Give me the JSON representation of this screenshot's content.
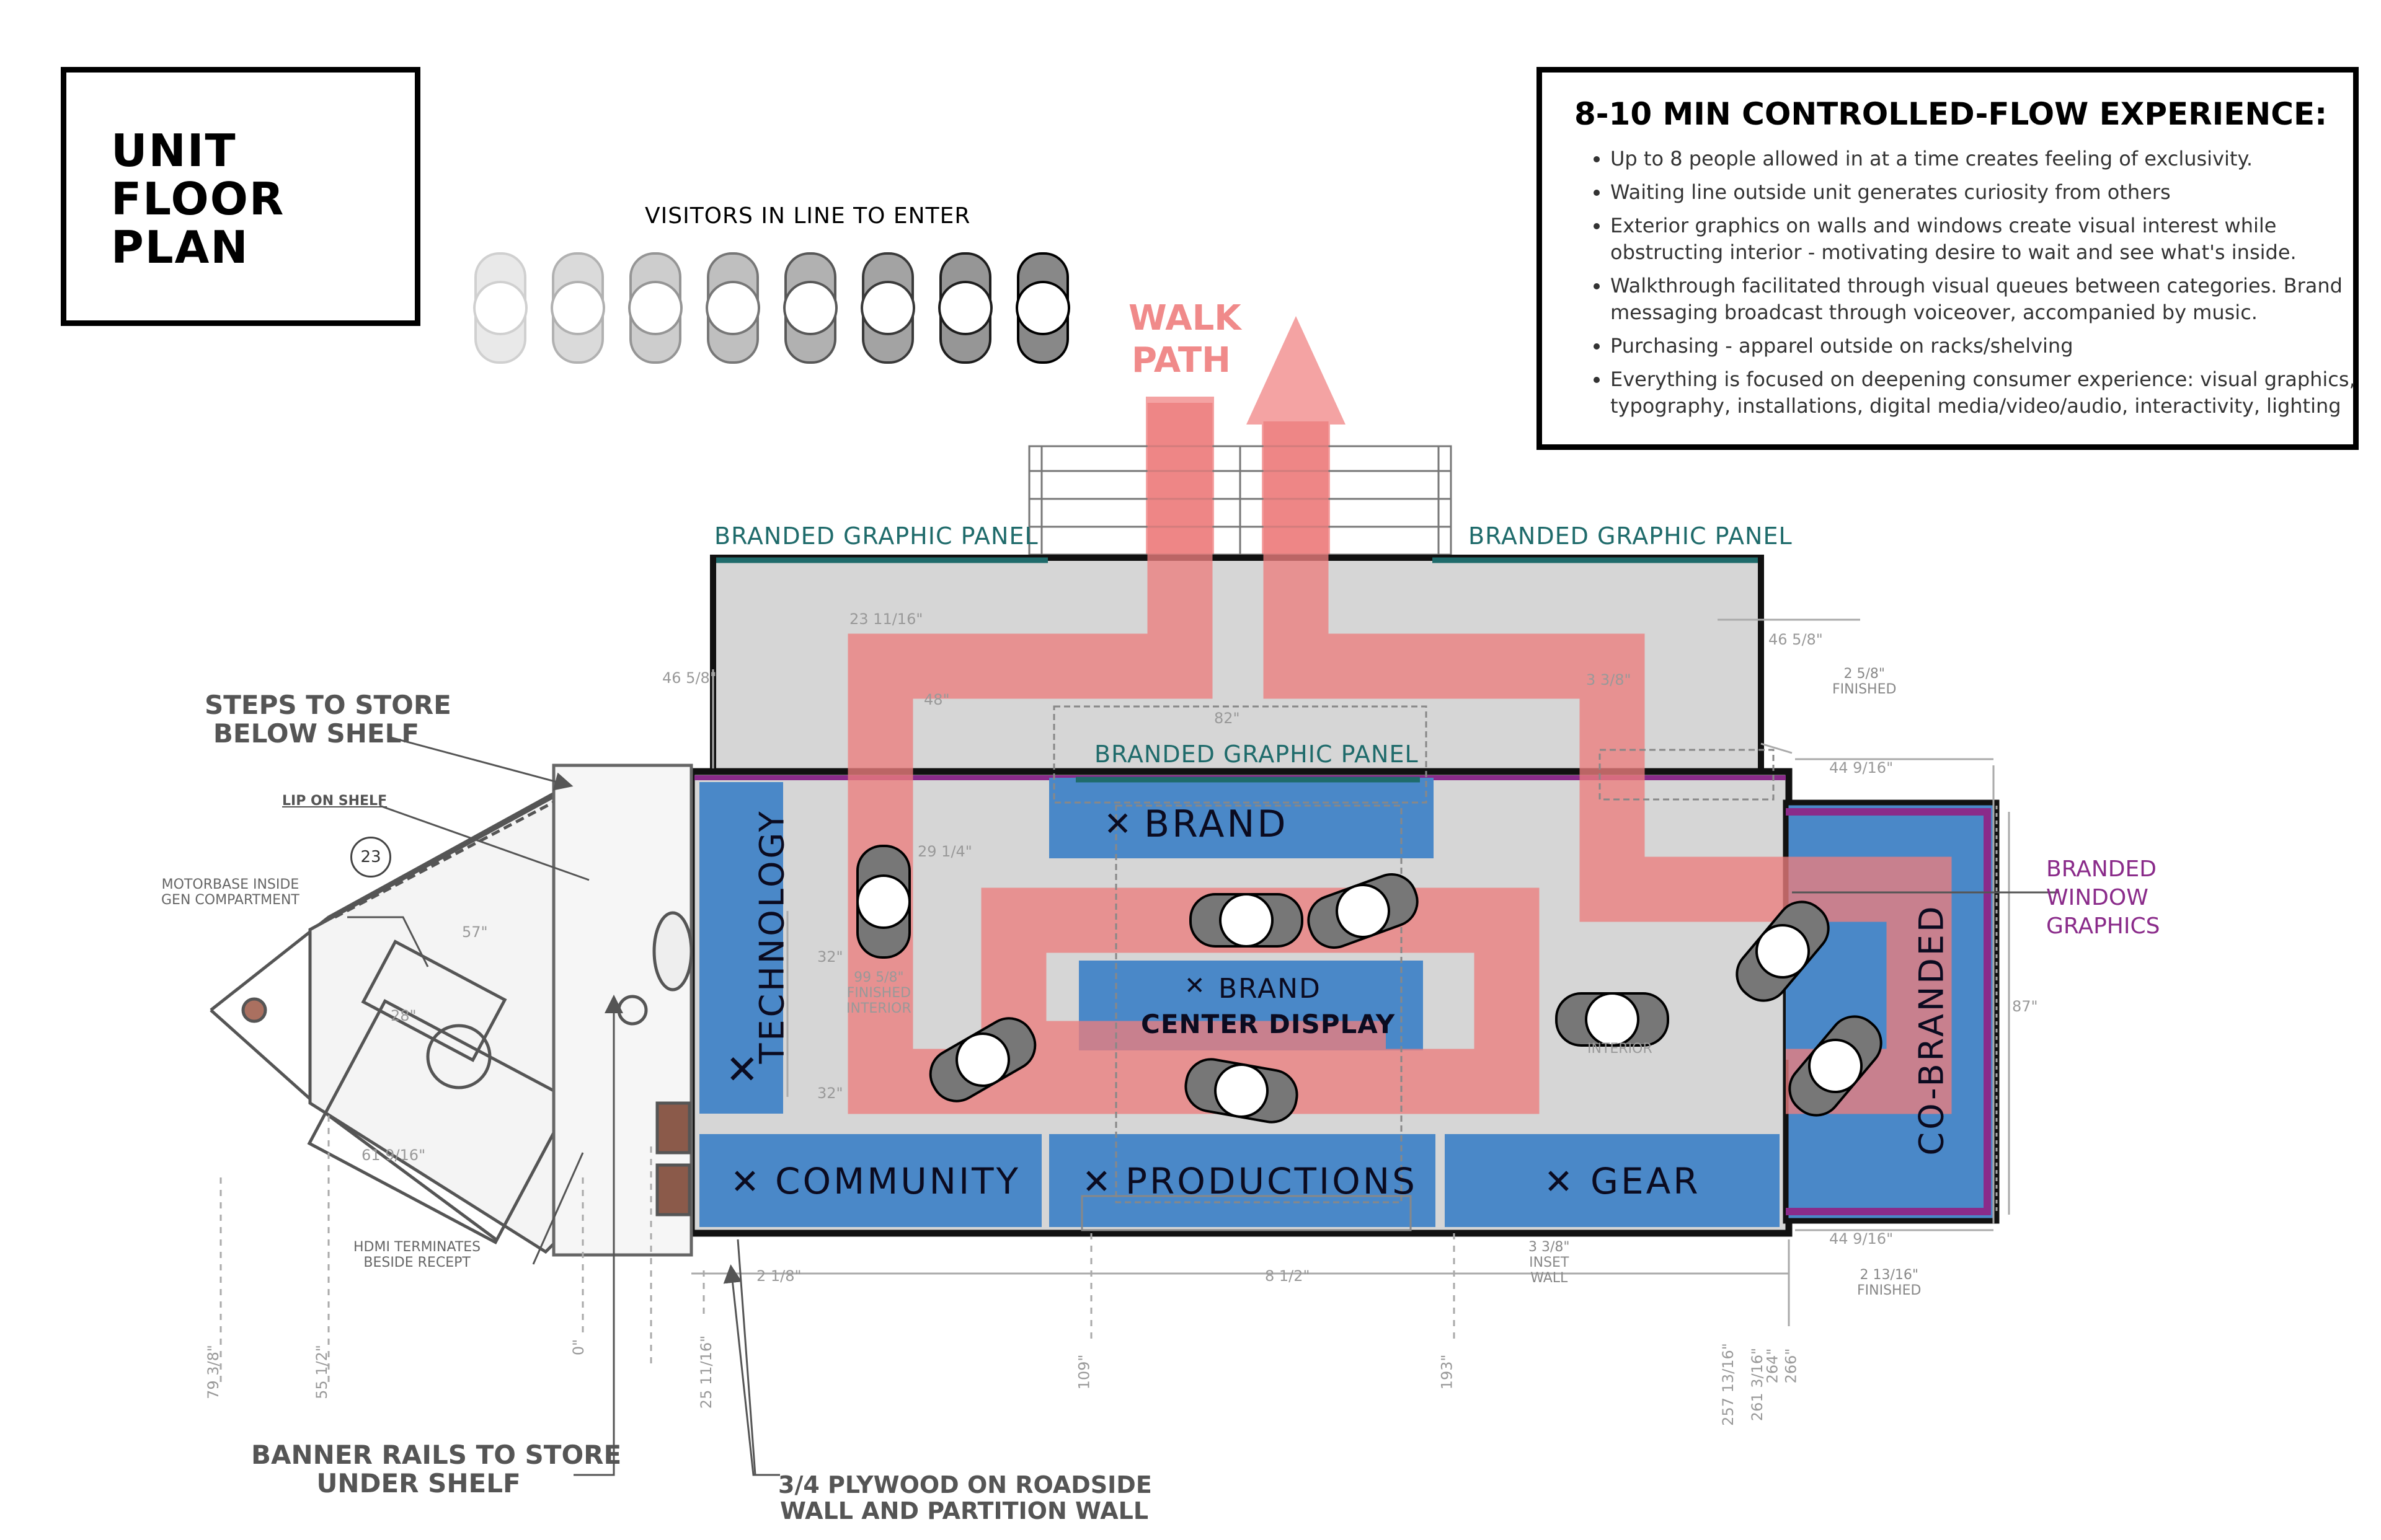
{
  "title": {
    "lines": [
      "UNIT",
      "FLOOR",
      "PLAN"
    ]
  },
  "experience": {
    "heading": "8-10 MIN CONTROLLED-FLOW EXPERIENCE:",
    "bullets": [
      "Up to 8 people allowed in at a time creates feeling of exclusivity.",
      "Waiting line outside unit generates curiosity from others",
      "Exterior graphics on walls and windows create visual interest while obstructing interior - motivating desire to wait and see what's inside.",
      "Walkthrough facilitated through visual queues between categories. Brand messaging broadcast through voiceover, accompanied by music.",
      "Purchasing - apparel outside on racks/shelving",
      "Everything is focused on deepening consumer experience: visual graphics, typography, installations, digital media/video/audio, interactivity, lighting"
    ]
  },
  "queue": {
    "label": "VISITORS IN LINE TO ENTER",
    "count": 8
  },
  "walk_path": {
    "label_line1": "WALK",
    "label_line2": "PATH",
    "color": "#f08a8a"
  },
  "panels": {
    "left_top": "BRANDED GRAPHIC PANEL",
    "right_top": "BRANDED GRAPHIC PANEL",
    "center": "BRANDED GRAPHIC PANEL"
  },
  "zones": {
    "technology": "TECHNOLOGY",
    "brand": "BRAND",
    "center_brand": "BRAND",
    "center_display": "CENTER DISPLAY",
    "community": "COMMUNITY",
    "productions": "PRODUCTIONS",
    "gear": "GEAR",
    "co_branded": "CO-BRANDED"
  },
  "callouts": {
    "steps": [
      "STEPS TO STORE",
      "BELOW SHELF"
    ],
    "banner": [
      "BANNER RAILS TO STORE",
      "UNDER SHELF"
    ],
    "plywood": [
      "3/4 PLYWOOD ON ROADSIDE",
      "WALL AND PARTITION WALL"
    ],
    "window": [
      "BRANDED",
      "WINDOW",
      "GRAPHICS"
    ]
  },
  "notes": {
    "lip": "LIP ON SHELF",
    "motorbase": [
      "MOTORBASE INSIDE",
      "GEN COMPARTMENT"
    ],
    "hdmi": [
      "HDMI TERMINATES",
      "BESIDE RECEPT"
    ],
    "inset": [
      "3 3/8\"",
      "INSET",
      "WALL"
    ],
    "finished1": [
      "2 5/8\"",
      "FINISHED"
    ],
    "finished2": [
      "2 13/16\"",
      "FINISHED"
    ],
    "interior": "INTERIOR",
    "finished_interior": [
      "99 5/8\"",
      "FINISHED",
      "INTERIOR"
    ],
    "circle_num": "23"
  },
  "dims": {
    "d1": "46 5/8\"",
    "d2": "46 5/8\"",
    "d3": "23 11/16\"",
    "d4": "3 3/8\"",
    "d5": "82\"",
    "d6": "44 9/16\"",
    "d7": "29 1/4\"",
    "d8": "48\"",
    "d9": "32\"",
    "d10": "32\"",
    "d11": "87\"",
    "d12": "44 9/16\"",
    "d13": "2 1/8\"",
    "d14": "8 1/2\"",
    "d15": "57\"",
    "d16": "28\"",
    "d17": "61 9/16\"",
    "d18": "79 3/8\"",
    "d19": "55 1/2\"",
    "d20": "0\"",
    "d21": "25 11/16\"",
    "d22": "109\"",
    "d23": "193\"",
    "d24": "257 13/16\"",
    "d25": "261 3/16\"",
    "d26": "264\"",
    "d27": "266\""
  },
  "colors": {
    "blue": "#4a88c8",
    "floor": "#d6d6d6",
    "path": "#ec7d7d",
    "purple": "#8a2b8a",
    "teal": "#1f6b6b",
    "wall": "#111111"
  }
}
